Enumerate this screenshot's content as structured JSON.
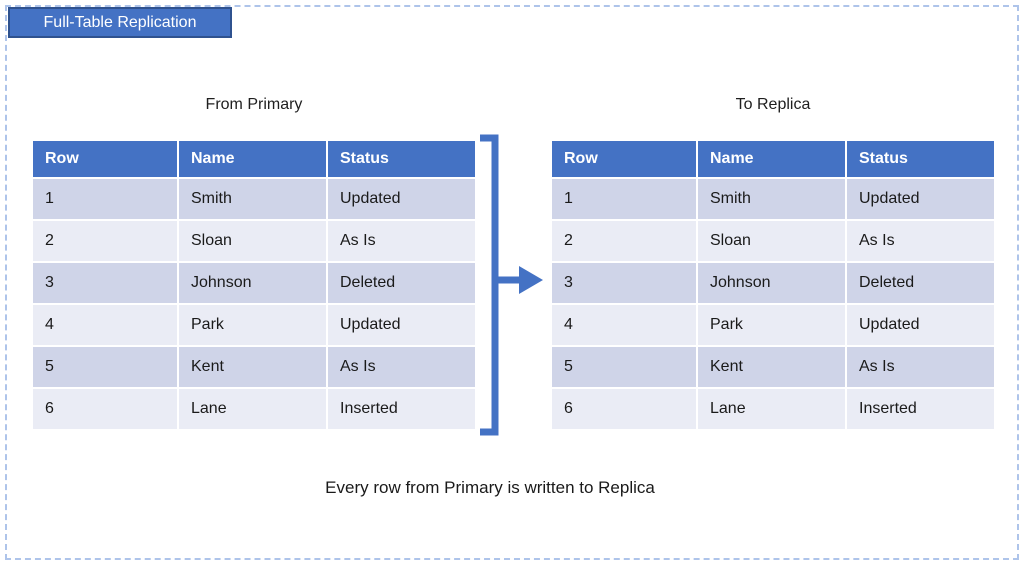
{
  "diagram": {
    "title_badge": "Full-Table Replication",
    "source_label": "From Primary",
    "target_label": "To Replica",
    "caption": "Every row from Primary is written to Replica",
    "arrow_icon": "bracket-right-arrow"
  },
  "table": {
    "headers": [
      "Row",
      "Name",
      "Status"
    ],
    "rows": [
      [
        "1",
        "Smith",
        "Updated"
      ],
      [
        "2",
        "Sloan",
        "As Is"
      ],
      [
        "3",
        "Johnson",
        "Deleted"
      ],
      [
        "4",
        "Park",
        "Updated"
      ],
      [
        "5",
        "Kent",
        "As Is"
      ],
      [
        "6",
        "Lane",
        "Inserted"
      ]
    ]
  },
  "colors": {
    "accent": "#4472C4",
    "badge_border": "#2F528F",
    "row_odd": "#CFD4E8",
    "row_even": "#EAECF5",
    "dashed_border": "#AEC4EA",
    "text": "#262626"
  }
}
